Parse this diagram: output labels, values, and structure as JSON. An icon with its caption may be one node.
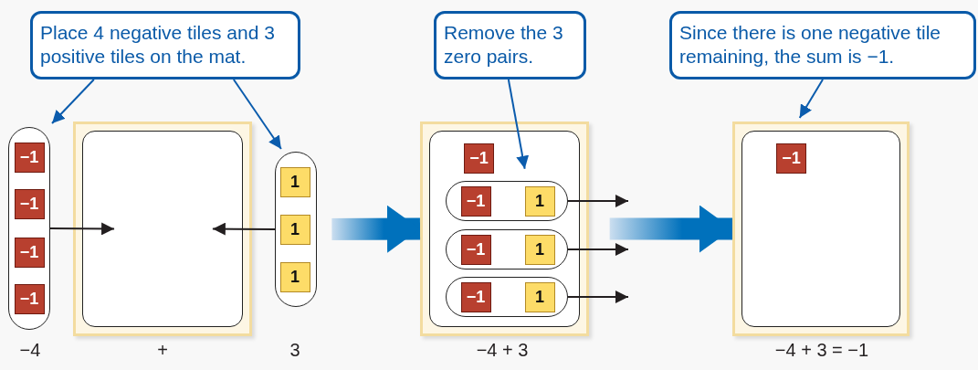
{
  "diagram": {
    "nodes": [
      {
        "text": [
          "Place 4 negative tiles and 3 positive tiles on the mat."
        ]
      },
      {
        "text": [
          "Remove the 3 zero pairs."
        ]
      },
      {
        "text": [
          "Since there is one negative tile remaining, the sum is −1."
        ]
      },
      {
        "text": [],
        "shape": "box"
      },
      {
        "text": [
          "−1"
        ],
        "in": 3
      },
      {
        "text": [
          "−1"
        ],
        "in": 3
      },
      {
        "text": [
          "−1"
        ],
        "in": 3
      },
      {
        "text": [
          "−1"
        ],
        "in": 3
      },
      {
        "text": [],
        "shape": "box"
      },
      {
        "text": [],
        "shape": "box"
      },
      {
        "text": [
          "1"
        ],
        "in": 9
      },
      {
        "text": [
          "1"
        ],
        "in": 9
      },
      {
        "text": [
          "1"
        ],
        "in": 9
      },
      {
        "text": [],
        "shape": "box"
      },
      {
        "text": [
          "−1"
        ],
        "in": 13
      },
      {
        "text": [],
        "shape": "box",
        "in": 13
      },
      {
        "text": [
          "−1"
        ],
        "in": 15
      },
      {
        "text": [
          "1"
        ],
        "in": 15
      },
      {
        "text": [],
        "shape": "box",
        "in": 13
      },
      {
        "text": [
          "−1"
        ],
        "in": 18
      },
      {
        "text": [
          "1"
        ],
        "in": 18
      },
      {
        "text": [],
        "shape": "box",
        "in": 13
      },
      {
        "text": [
          "−1"
        ],
        "in": 21
      },
      {
        "text": [
          "1"
        ],
        "in": 21
      },
      {
        "text": [],
        "shape": "box"
      },
      {
        "text": [
          "−1"
        ],
        "in": 24
      }
    ],
    "edges": [
      {
        "from": 0,
        "to": 3,
        "arrow": "to",
        "color": "#0b5cad"
      },
      {
        "from": 0,
        "to": 9,
        "arrow": "to",
        "color": "#0b5cad"
      },
      {
        "from": 3,
        "to": 8,
        "arrow": "to"
      },
      {
        "from": 9,
        "to": 8,
        "arrow": "to"
      },
      {
        "from": 9,
        "to": 13,
        "arrow": "to",
        "style": "thick",
        "color": "#0071bc"
      },
      {
        "from": 1,
        "to": 13,
        "arrow": "to",
        "color": "#0b5cad"
      },
      {
        "from": 15,
        "to": null,
        "arrow": "to"
      },
      {
        "from": 18,
        "to": null,
        "arrow": "to"
      },
      {
        "from": 21,
        "to": null,
        "arrow": "to"
      },
      {
        "from": 13,
        "to": 24,
        "arrow": "to",
        "style": "thick",
        "color": "#0071bc"
      },
      {
        "from": 2,
        "to": 24,
        "arrow": "to",
        "color": "#0b5cad"
      }
    ],
    "labels": [
      "−4",
      "+",
      "3",
      "−4 + 3",
      "−4 + 3 = −1"
    ]
  }
}
